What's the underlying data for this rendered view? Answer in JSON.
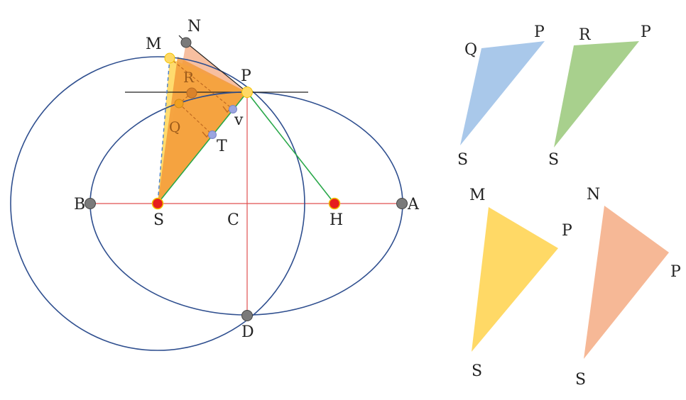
{
  "colors": {
    "curve": "#2f4f8f",
    "axis": "#e05050",
    "green_line": "#2aa84a",
    "orange_fill": "#f39a3a",
    "salmon_fill": "#f6b896",
    "yellow_fill": "#ffd966",
    "blue_fill": "#a9c8ea",
    "green_fill": "#a8d08d",
    "gray_point": "#7a7a7a",
    "red_point": "#e61e1e",
    "focus_ring": "#f2c200",
    "lavender_point": "#9aa5e0",
    "orange_point": "#f0a020"
  },
  "labels": {
    "N": "N",
    "M": "M",
    "P": "P",
    "R": "R",
    "Q": "Q",
    "T": "T",
    "v": "v",
    "B": "B",
    "S": "S",
    "C": "C",
    "H": "H",
    "A": "A",
    "D": "D"
  },
  "triangles": {
    "qps": {
      "top_left": "Q",
      "top_right": "P",
      "bottom": "S",
      "color": "#a9c8ea"
    },
    "rps": {
      "top_left": "R",
      "top_right": "P",
      "bottom": "S",
      "color": "#a8d08d"
    },
    "mps": {
      "top_left": "M",
      "right": "P",
      "bottom": "S",
      "color": "#ffd966"
    },
    "nps": {
      "top_left": "N",
      "right": "P",
      "bottom": "S",
      "color": "#f6b896"
    }
  }
}
